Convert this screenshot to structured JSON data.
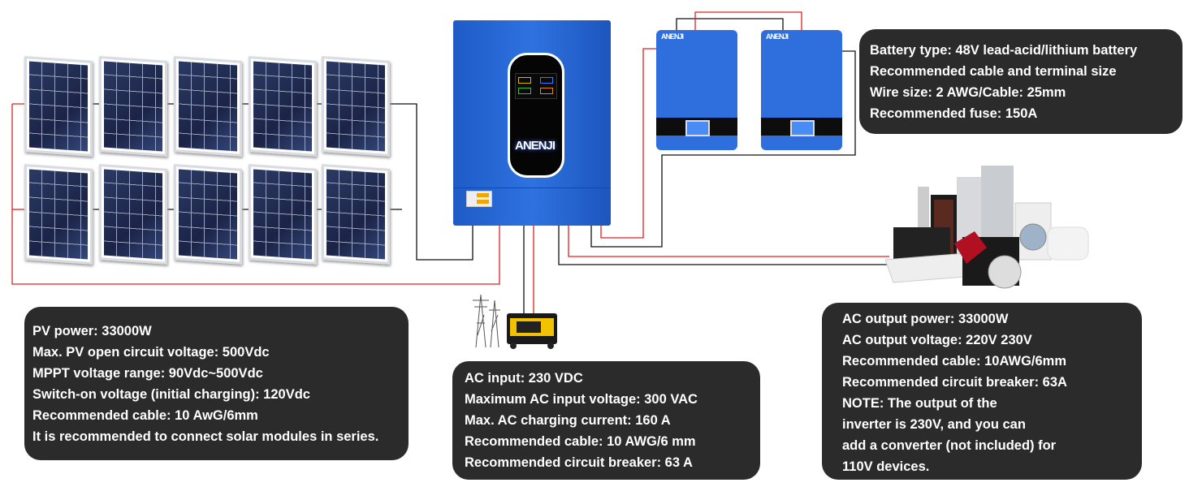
{
  "brand": "ANENJI",
  "pv_box": {
    "lines": [
      "PV power: 33000W",
      "Max. PV open circuit voltage: 500Vdc",
      "MPPT voltage range: 90Vdc~500Vdc",
      "Switch-on voltage (initial charging): 120Vdc",
      "Recommended cable: 10 AwG/6mm",
      "It is recommended to connect solar modules in series."
    ]
  },
  "ac_input_box": {
    "lines": [
      "AC input: 230 VDC",
      "Maximum AC input voltage: 300 VAC",
      "Max. AC charging current: 160 A",
      "Recommended cable: 10 AWG/6 mm",
      "Recommended circuit breaker: 63 A"
    ]
  },
  "ac_output_box": {
    "lines": [
      "AC output power: 33000W",
      "AC output voltage: 220V 230V",
      "Recommended cable: 10AWG/6mm",
      "Recommended circuit breaker: 63A",
      "NOTE: The output of the",
      "inverter is 230V, and you can",
      "add a converter (not included) for",
      "110V devices."
    ]
  },
  "battery_box": {
    "lines": [
      "Battery type: 48V lead-acid/lithium battery",
      "Recommended cable and terminal size",
      "Wire size: 2 AWG/Cable: 25mm",
      "Recommended fuse: 150A"
    ]
  },
  "colors": {
    "box_bg": "#2b2b2b",
    "inverter": "#2566d4",
    "wire_red": "#e02020",
    "wire_black": "#111111"
  }
}
